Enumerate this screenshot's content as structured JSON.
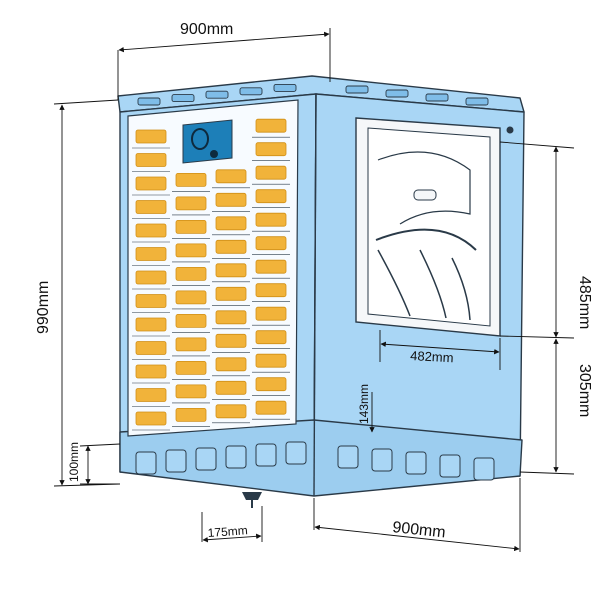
{
  "dimensions": {
    "top_width": "900mm",
    "height_total": "990mm",
    "window_height": "485mm",
    "window_width": "482mm",
    "window_to_base": "305mm",
    "outlet_offset": "143mm",
    "base_height": "100mm",
    "drain_width": "175mm",
    "bottom_width": "900mm"
  },
  "colors": {
    "body": "#a9d6f5",
    "body_dark": "#7fbde8",
    "outline": "#2a3a48",
    "pad": "#f1b33a",
    "pad_dark": "#d08f17",
    "grille": "#f7fbff",
    "window_frame": "#f5f7f9",
    "accent": "#1d7fb8"
  }
}
